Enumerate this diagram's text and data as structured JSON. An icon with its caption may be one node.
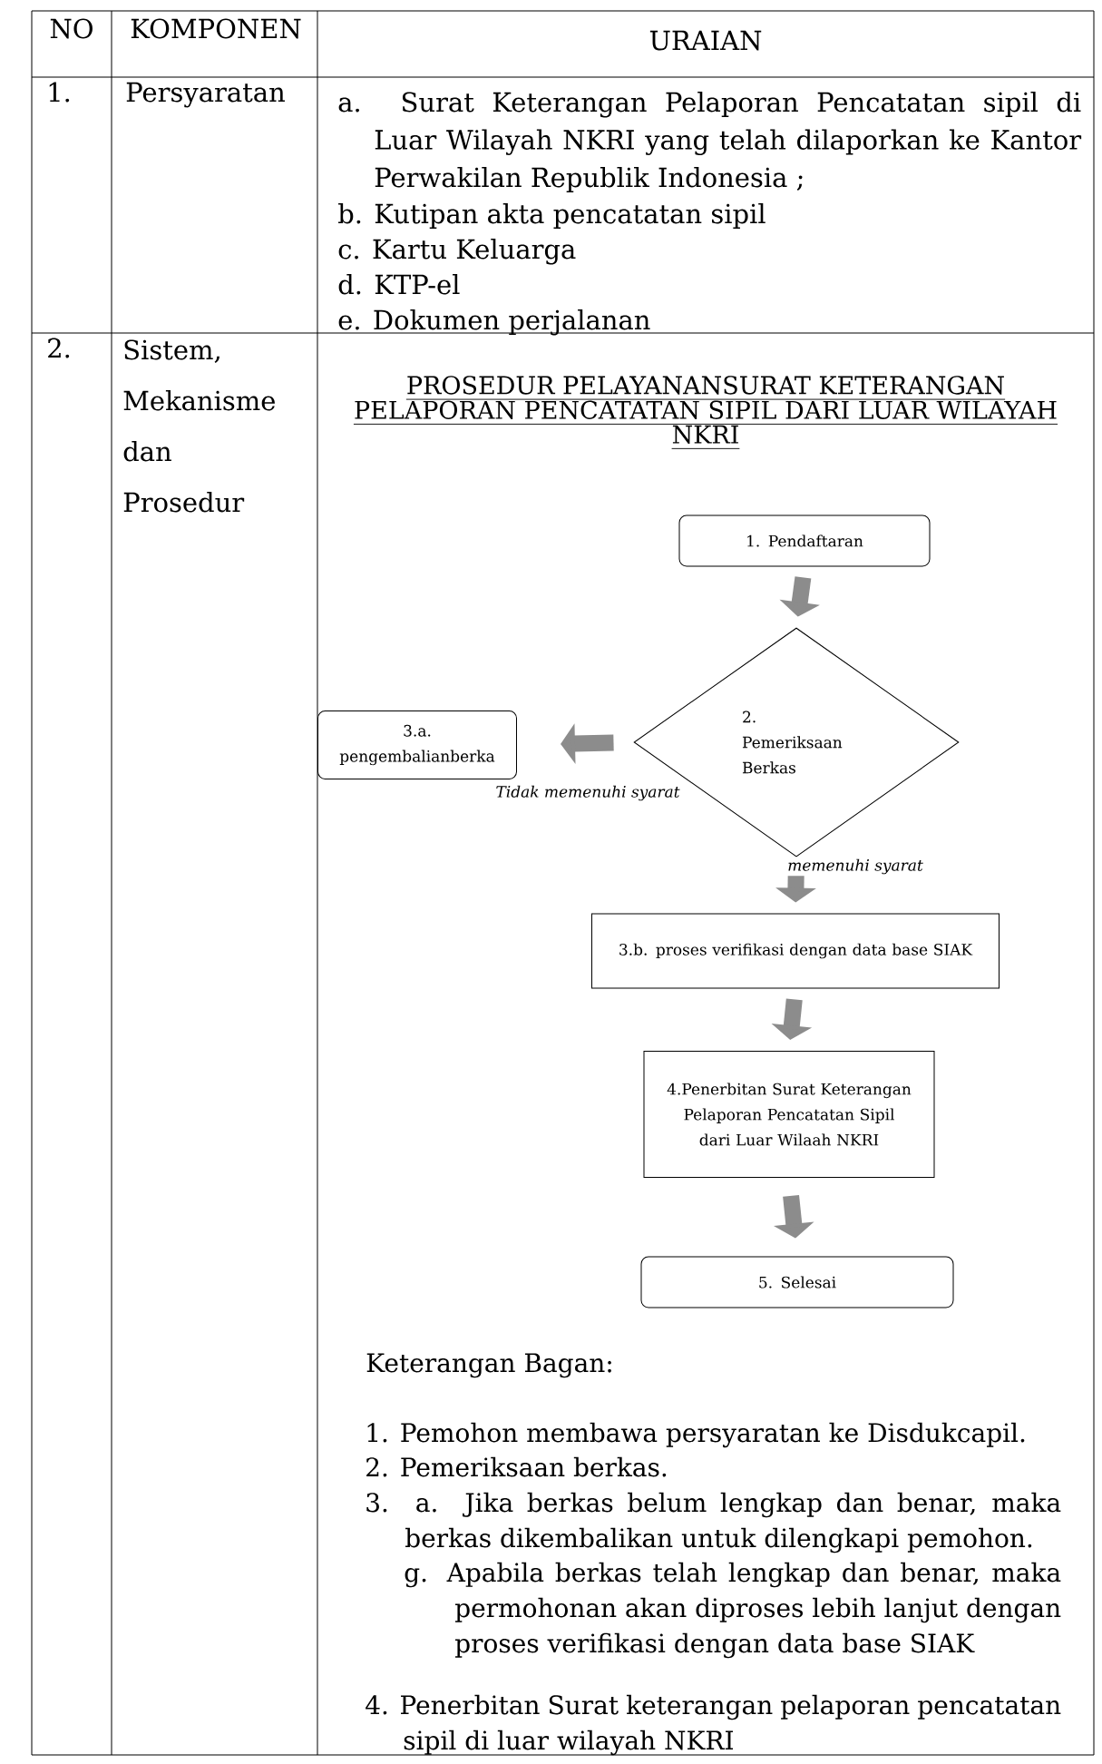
{
  "diagram": {
    "title": "PROSEDUR PELAYANANSURAT KETERANGAN PELAPORAN PENCATATAN SIPIL DARI LUAR WILAYAH NKRI",
    "nodes": [
      {
        "text": [
          "1. Pendaftaran"
        ]
      },
      {
        "text": [
          "2. Pemeriksaan Berkas"
        ]
      },
      {
        "text": [
          "3.a. pengembalianberka"
        ]
      },
      {
        "text": [
          "3.b. proses verifikasi dengan data base SIAK"
        ]
      },
      {
        "text": [
          "4.Penerbitan Surat Keterangan Pelaporan Pencatatan Sipil dari Luar Wilaah NKRI"
        ]
      },
      {
        "text": [
          "5. Selesai"
        ]
      }
    ],
    "edges": [
      {
        "from": 0,
        "to": 1,
        "arrow": "to"
      },
      {
        "from": 1,
        "to": 2,
        "arrow": "to",
        "label": "Tidak memenuhi syarat"
      },
      {
        "from": 1,
        "to": 3,
        "arrow": "to",
        "label": "memenuhi syarat"
      },
      {
        "from": 3,
        "to": 4,
        "arrow": "to"
      },
      {
        "from": 4,
        "to": 5,
        "arrow": "to"
      }
    ],
    "labels": [
      "NO",
      "KOMPONEN",
      "URAIAN",
      "1.",
      "Persyaratan",
      "a. Surat Keterangan Pelaporan Pencatatan sipil di Luar Wilayah NKRI yang telah dilaporkan ke Kantor Perwakilan Republik Indonesia ;",
      "b. Kutipan akta pencatatan sipil",
      "c. Kartu Keluarga",
      "d. KTP-el",
      "e. Dokumen perjalanan",
      "2.",
      "Sistem, Mekanisme dan Prosedur",
      "Keterangan Bagan:",
      "1. Pemohon membawa persyaratan ke Disdukcapil.",
      "2. Pemeriksaan berkas.",
      "3. a. Jika berkas belum lengkap dan benar, maka berkas dikembalikan untuk dilengkapi pemohon.",
      "g. Apabila berkas telah lengkap dan benar, maka permohonan akan diproses lebih lanjut dengan proses verifikasi dengan data base SIAK",
      "4. Penerbitan Surat keterangan pelaporan pencatatan sipil di luar wilayah NKRI"
    ]
  }
}
